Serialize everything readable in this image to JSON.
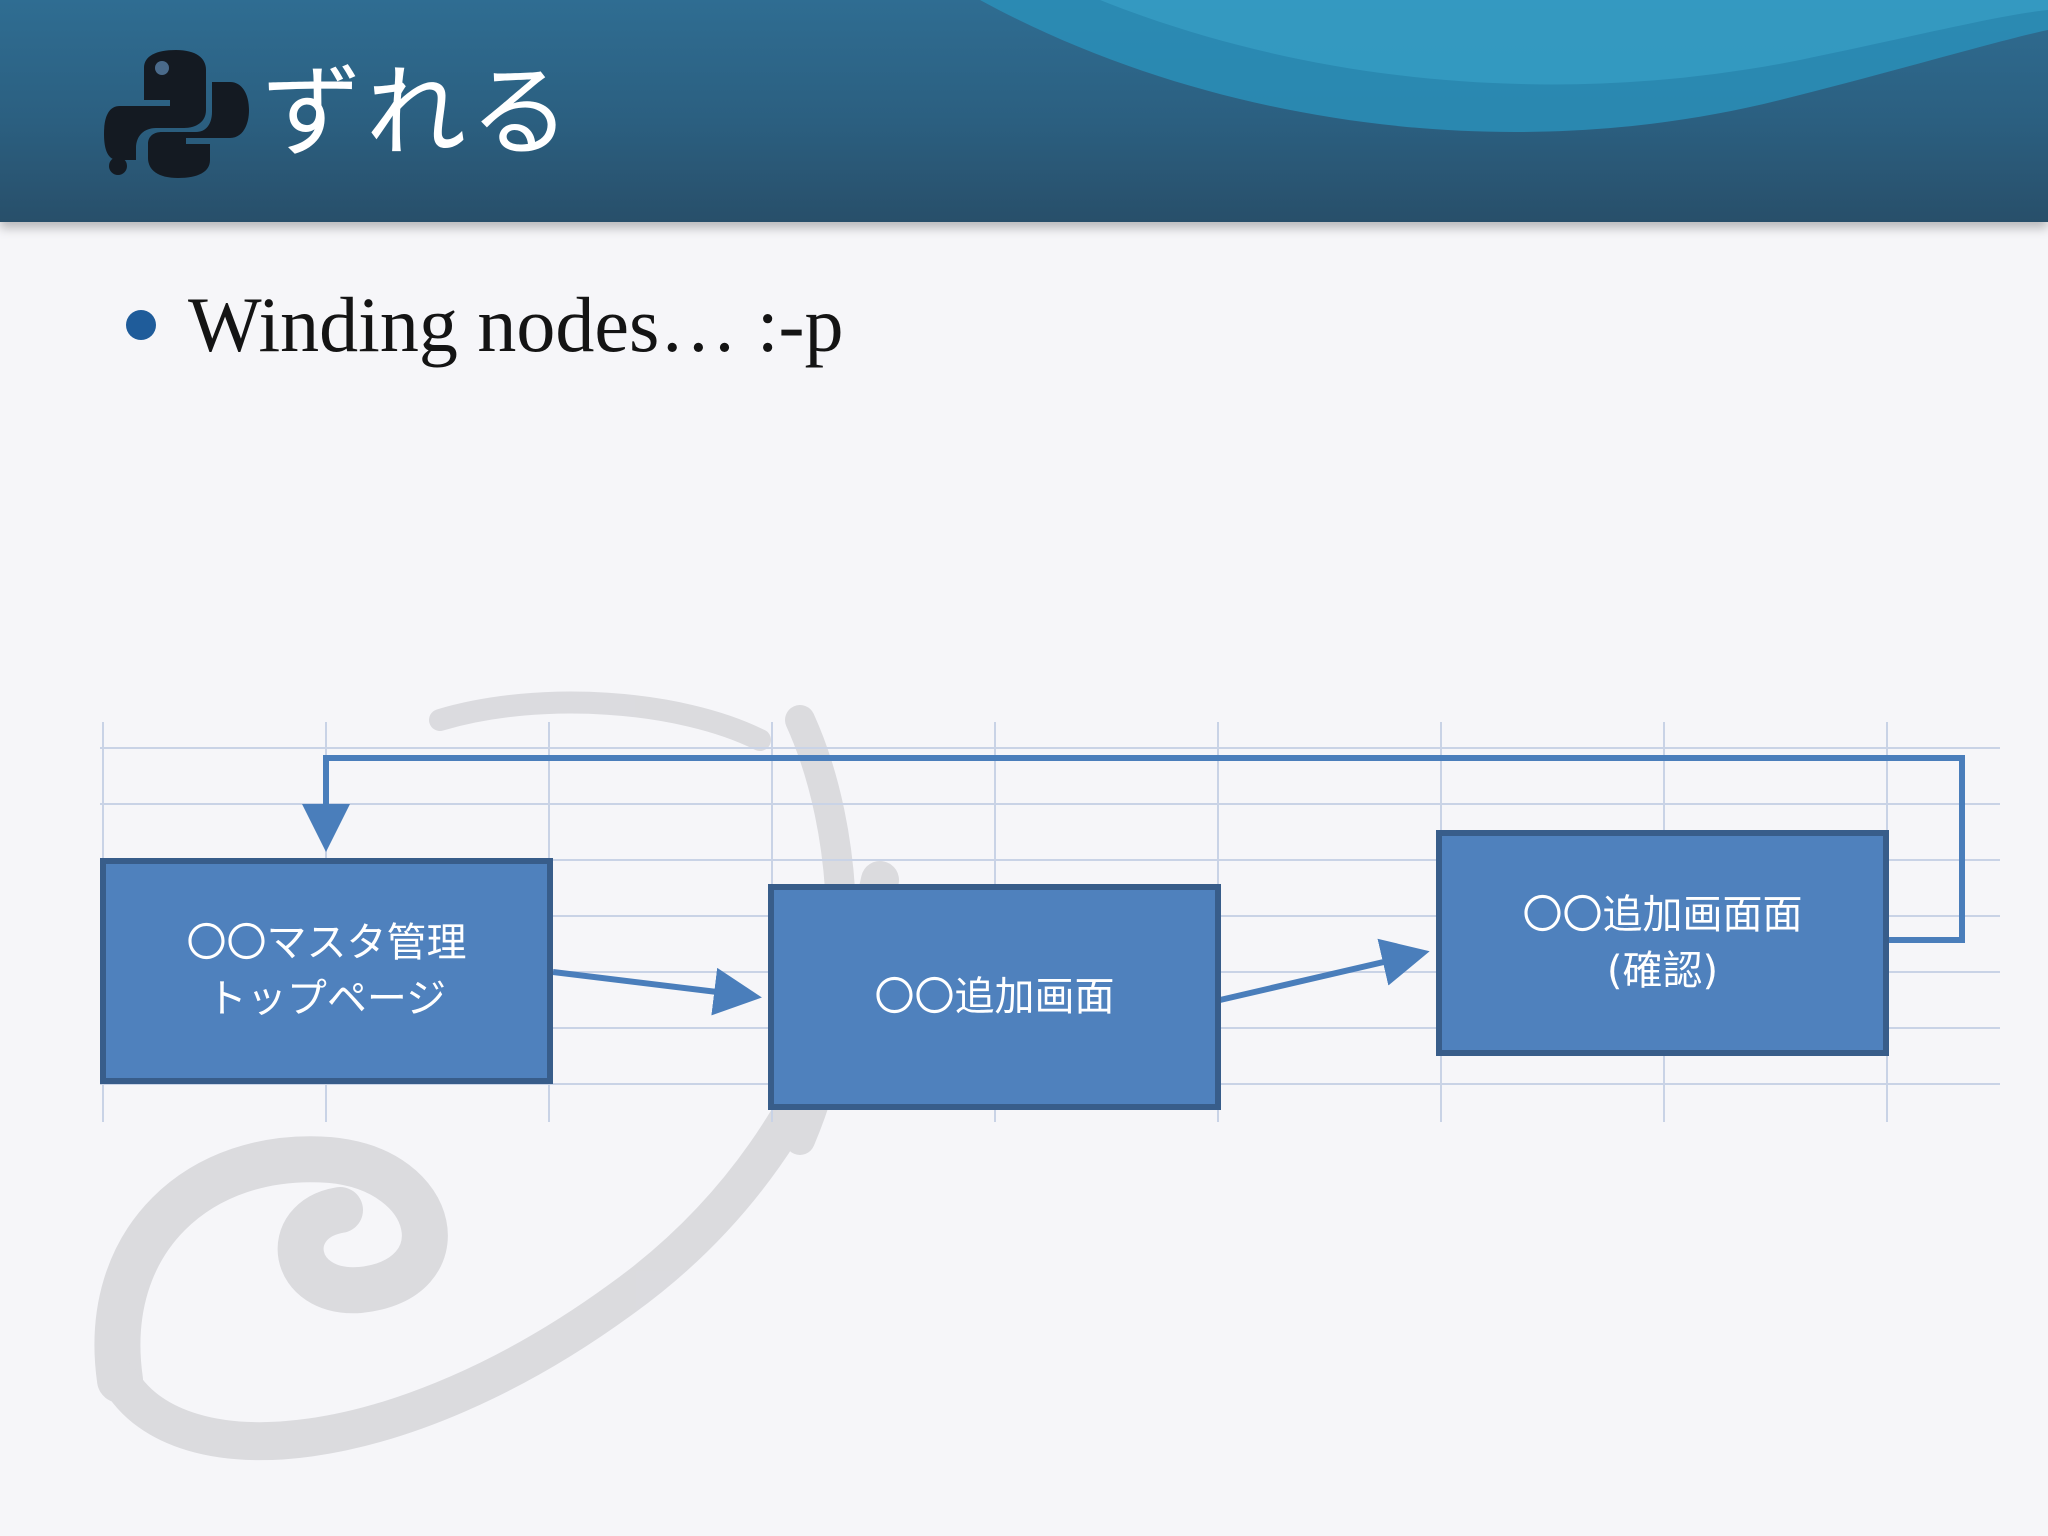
{
  "slide": {
    "title": "ずれる",
    "bullet": "Winding nodes… :-p"
  },
  "diagram": {
    "nodes": [
      {
        "line1": "〇〇マスタ管理",
        "line2": "トップページ"
      },
      {
        "line1": "〇〇追加画面",
        "line2": ""
      },
      {
        "line1": "〇〇追加画面面",
        "line2": "(確認)"
      }
    ]
  },
  "icons": {
    "logo": "python-logo-icon",
    "bullet": "bullet-dot-icon"
  },
  "colors": {
    "header": "#2b5f80",
    "node_fill": "#4f81bd",
    "node_border": "#385d8a",
    "arrow": "#4a7ebb",
    "grid": "#c9d3e6",
    "bullet": "#1f5c9a"
  }
}
